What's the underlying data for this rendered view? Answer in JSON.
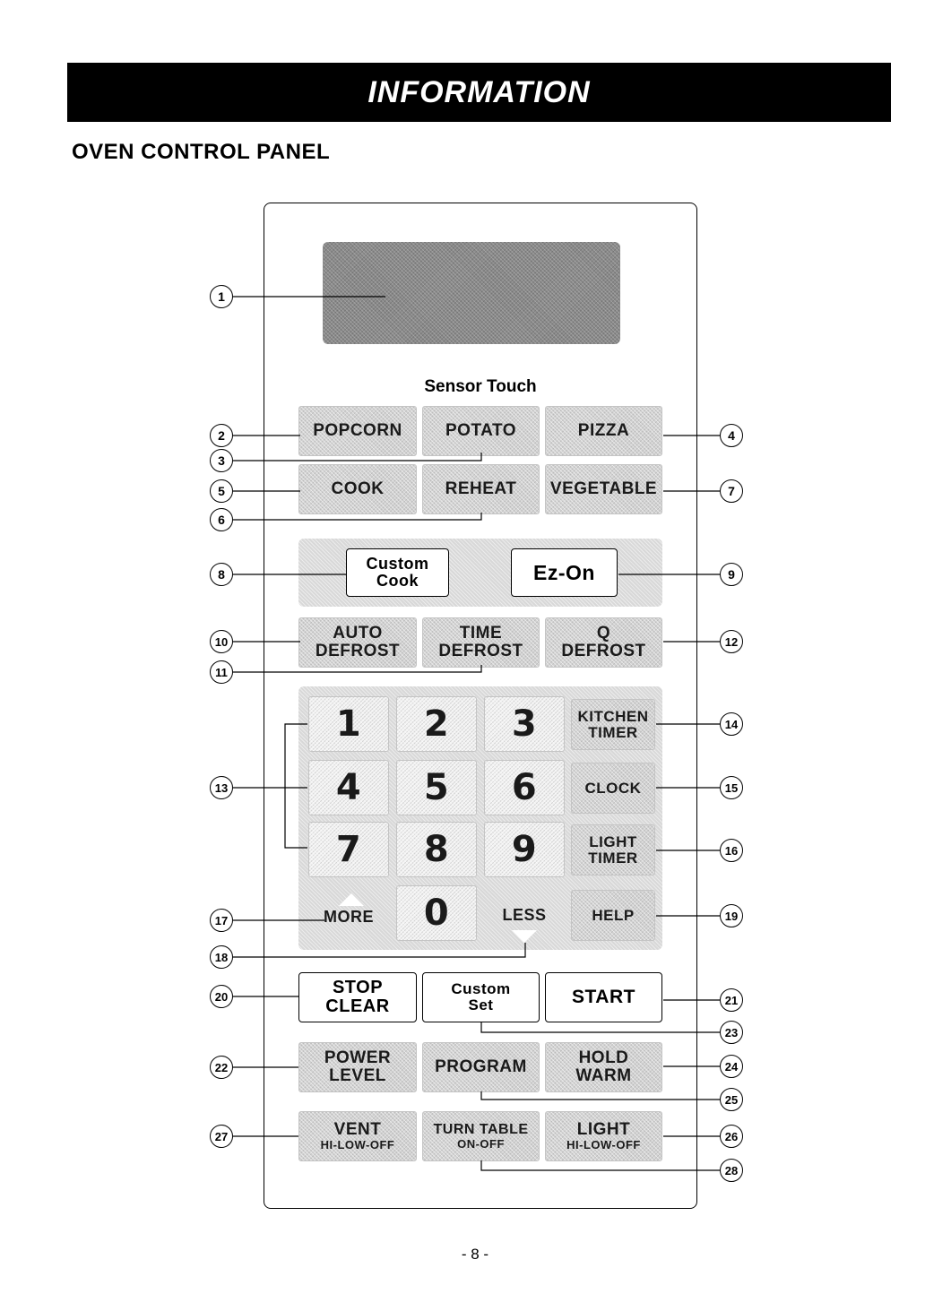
{
  "header": {
    "banner": "INFORMATION",
    "section_title": "OVEN CONTROL PANEL"
  },
  "panel": {
    "sensor_label": "Sensor Touch",
    "sensor_row1": [
      "POPCORN",
      "POTATO",
      "PIZZA"
    ],
    "sensor_row2": [
      "COOK",
      "REHEAT",
      "VEGETABLE"
    ],
    "custom_cook": "Custom Cook",
    "ez_on": "Ez-On",
    "defrost": {
      "auto_1": "AUTO",
      "auto_2": "DEFROST",
      "time_1": "TIME",
      "time_2": "DEFROST",
      "q_1": "Q",
      "q_2": "DEFROST"
    },
    "numbers": [
      "1",
      "2",
      "3",
      "4",
      "5",
      "6",
      "7",
      "8",
      "9",
      "0"
    ],
    "kitchen_timer": "KITCHEN TIMER",
    "clock": "CLOCK",
    "light_timer": "LIGHT TIMER",
    "help": "HELP",
    "more": "MORE",
    "less": "LESS",
    "stop_1": "STOP",
    "stop_2": "CLEAR",
    "custom_set_1": "Custom",
    "custom_set_2": "Set",
    "start": "START",
    "power_1": "POWER",
    "power_2": "LEVEL",
    "program": "PROGRAM",
    "hold_1": "HOLD",
    "hold_2": "WARM",
    "vent": "VENT",
    "vent_sub": "HI-LOW-OFF",
    "turntable": "TURN TABLE",
    "turntable_sub": "ON-OFF",
    "light": "LIGHT",
    "light_sub": "HI-LOW-OFF"
  },
  "callouts": [
    "1",
    "2",
    "3",
    "4",
    "5",
    "6",
    "7",
    "8",
    "9",
    "10",
    "11",
    "12",
    "13",
    "14",
    "15",
    "16",
    "17",
    "18",
    "19",
    "20",
    "21",
    "22",
    "23",
    "24",
    "25",
    "26",
    "27",
    "28"
  ],
  "footer": {
    "page_number": "- 8 -"
  }
}
